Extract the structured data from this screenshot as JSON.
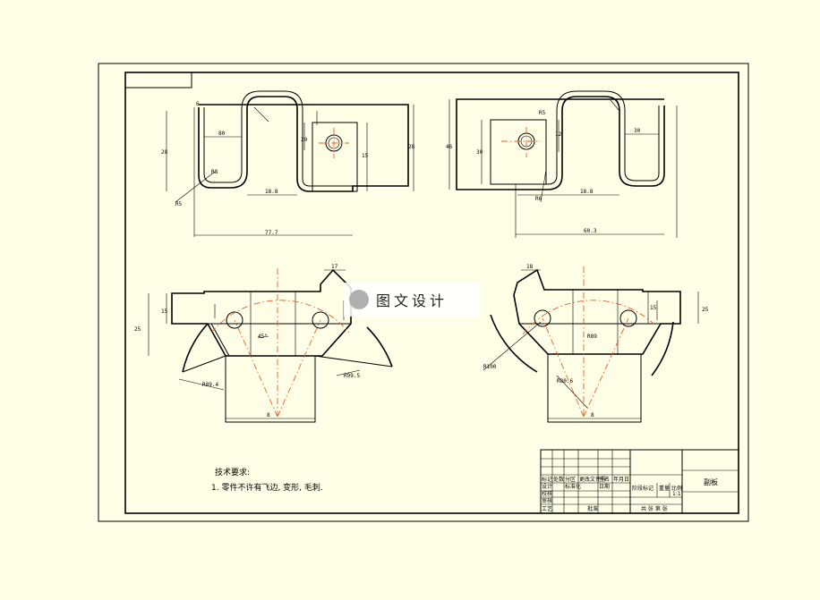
{
  "watermark": {
    "text": "图文设计"
  },
  "notes": {
    "heading": "技术要求:",
    "item1": "1. 零件不许有飞边, 变形, 毛刺."
  },
  "title_block": {
    "part_name": "副板",
    "bottom_right": "共 张 第 张",
    "row_labels": [
      "标记",
      "处数",
      "分区",
      "更改文件号",
      "签名",
      "年月日"
    ],
    "row2_labels": [
      "设计",
      "标准化",
      "日期"
    ],
    "left_labels": [
      "校核",
      "审核",
      "工艺"
    ],
    "approve": "批准",
    "stage_labels": [
      "阶段标记",
      "重量",
      "比例"
    ],
    "scale": "1:1"
  },
  "dimensions": {
    "top_left": [
      "80",
      "28",
      "6",
      "R8",
      "R5",
      "20",
      "15",
      "18.8",
      "77.7",
      "28"
    ],
    "top_right": [
      "46",
      "30",
      "12",
      "30",
      "R5",
      "R6",
      "18.8",
      "60.3"
    ],
    "bottom_left": [
      "15",
      "25",
      "17",
      "45°",
      "R89.4",
      "R99.5",
      "8"
    ],
    "bottom_right": [
      "18",
      "15",
      "25",
      "R100",
      "R80.6",
      "R89",
      "8"
    ]
  }
}
